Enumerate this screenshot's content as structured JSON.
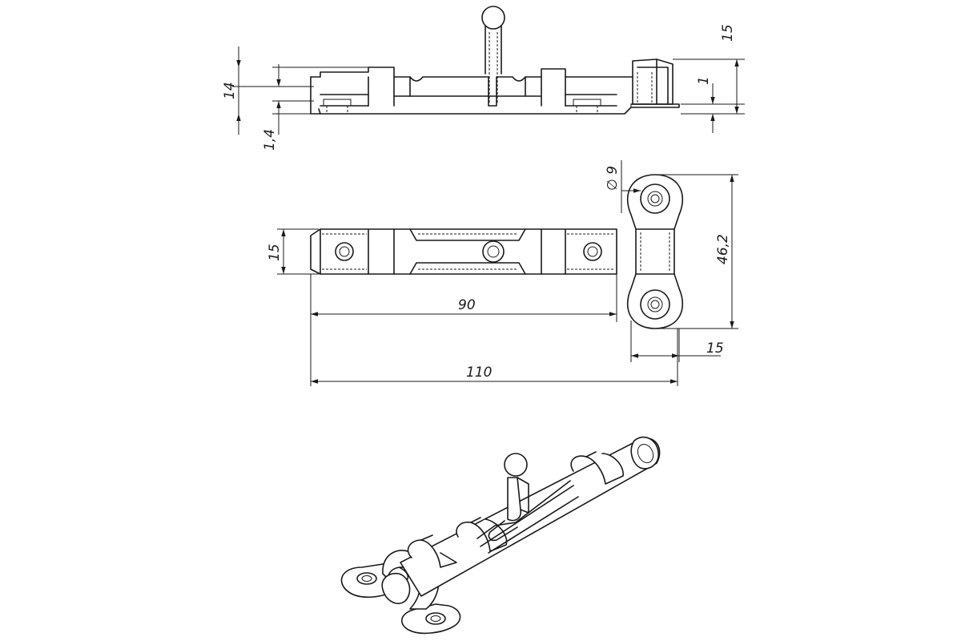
{
  "dimensions": {
    "side_height": "14",
    "side_gap": "1,4",
    "side_total": "15",
    "side_plate": "1",
    "top_width": "15",
    "top_length": "90",
    "overall_length": "110",
    "hole_diameter": "∅ 9",
    "bracket_height": "46,2",
    "bracket_width": "15"
  },
  "colors": {
    "line": "#1a1a1a",
    "background": "#ffffff"
  }
}
